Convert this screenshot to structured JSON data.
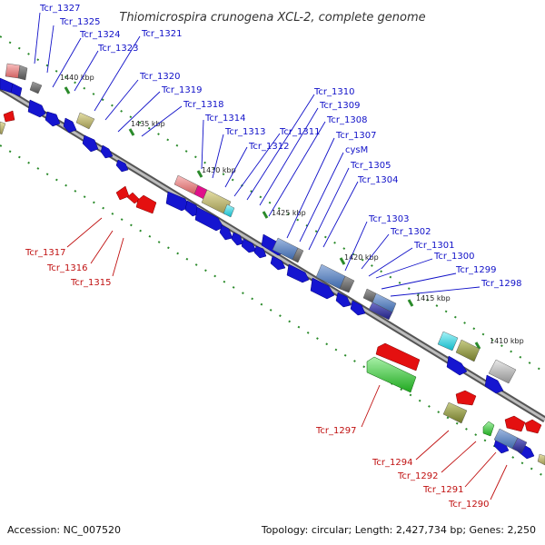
{
  "title": "Thiomicrospira crunogena XCL-2, complete genome",
  "footer": {
    "accession": "Accession: NC_007520",
    "topology": "Topology: circular; Length: 2,427,734 bp; Genes: 2,250"
  },
  "colors": {
    "forward": "#1010c8",
    "reverse": "#c01010",
    "backbone": "#888888",
    "tick": "#2a8a2a"
  },
  "kbp_labels": [
    "1440 kbp",
    "1435 kbp",
    "1430 kbp",
    "1425 kbp",
    "1420 kbp",
    "1415 kbp",
    "1410 kbp"
  ],
  "genes_top": [
    "Tcr_1327",
    "Tcr_1325",
    "Tcr_1324",
    "Tcr_1323",
    "Tcr_1321",
    "Tcr_1320",
    "Tcr_1319",
    "Tcr_1318",
    "Tcr_1314",
    "Tcr_1313",
    "Tcr_1312",
    "Tcr_1311",
    "Tcr_1310",
    "Tcr_1309",
    "Tcr_1308",
    "Tcr_1307",
    "cysM",
    "Tcr_1305",
    "Tcr_1304",
    "Tcr_1303",
    "Tcr_1302",
    "Tcr_1301",
    "Tcr_1300",
    "Tcr_1299",
    "Tcr_1298"
  ],
  "genes_bottom": [
    "Tcr_1317",
    "Tcr_1316",
    "Tcr_1315",
    "Tcr_1297",
    "Tcr_1294",
    "Tcr_1292",
    "Tcr_1291",
    "Tcr_1290"
  ]
}
